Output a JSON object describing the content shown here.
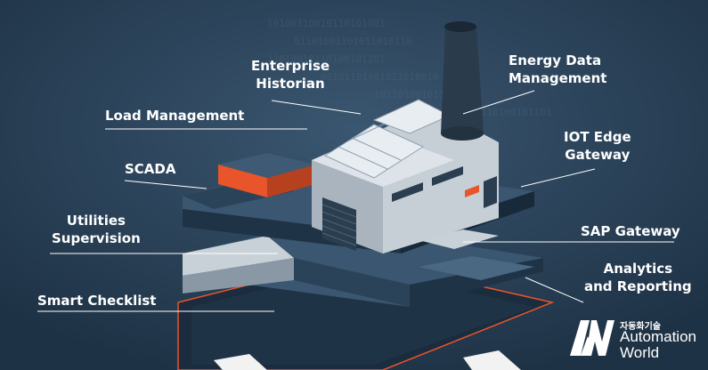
{
  "labels": {
    "enterprise_historian": [
      "Enterprise",
      "Historian"
    ],
    "energy_data_management": [
      "Energy Data",
      "Management"
    ],
    "load_management": "Load Management",
    "iot_edge_gateway": [
      "IOT Edge",
      "Gateway"
    ],
    "scada": "SCADA",
    "utilities_supervision": [
      "Utilities",
      "Supervision"
    ],
    "sap_gateway": "SAP Gateway",
    "analytics_reporting": [
      "Analytics",
      "and Reporting"
    ],
    "smart_checklist": "Smart Checklist"
  },
  "logo": {
    "korean": "자동화기술",
    "line1": "Automation",
    "line2": "World"
  },
  "colors": {
    "background": "#2a4258",
    "accent_orange": "#e8552a",
    "slab_dark": "#1f3346",
    "slab_mid": "#3a5670",
    "slab_light": "#c9d1d8",
    "building": "#c6ced6"
  }
}
